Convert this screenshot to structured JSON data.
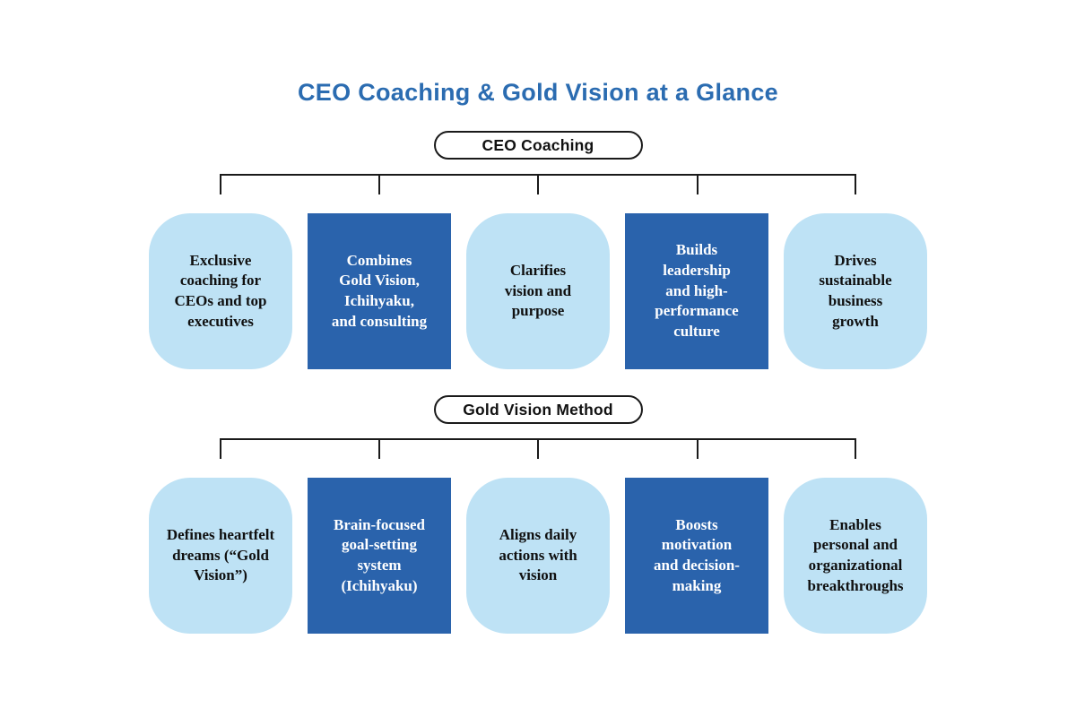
{
  "title": "CEO Coaching & Gold Vision at a Glance",
  "colors": {
    "title": "#2B6CB1",
    "light_box": "#BEE2F5",
    "dark_box": "#2A63AC",
    "line": "#1A1A1A",
    "background": "#FFFFFF",
    "light_box_text": "#101010",
    "dark_box_text": "#FFFFFF"
  },
  "sections": [
    {
      "label": "CEO Coaching",
      "items": [
        {
          "text": "Exclusive\ncoaching for\nCEOs and top\nexecutives",
          "variant": "light"
        },
        {
          "text": "Combines\nGold Vision,\nIchihyaku,\nand consulting",
          "variant": "dark"
        },
        {
          "text": "Clarifies\nvision and\npurpose",
          "variant": "light"
        },
        {
          "text": "Builds\nleadership\nand high-\nperformance\nculture",
          "variant": "dark"
        },
        {
          "text": "Drives\nsustainable\nbusiness\ngrowth",
          "variant": "light"
        }
      ]
    },
    {
      "label": "Gold Vision Method",
      "items": [
        {
          "text": "Defines heartfelt\ndreams (“Gold\nVision”)",
          "variant": "light"
        },
        {
          "text": "Brain-focused\ngoal-setting\nsystem\n(Ichihyaku)",
          "variant": "dark"
        },
        {
          "text": "Aligns daily\nactions with\nvision",
          "variant": "light"
        },
        {
          "text": "Boosts\nmotivation\nand decision-\nmaking",
          "variant": "dark"
        },
        {
          "text": "Enables\npersonal and\norganizational\nbreakthroughs",
          "variant": "light"
        }
      ]
    }
  ]
}
